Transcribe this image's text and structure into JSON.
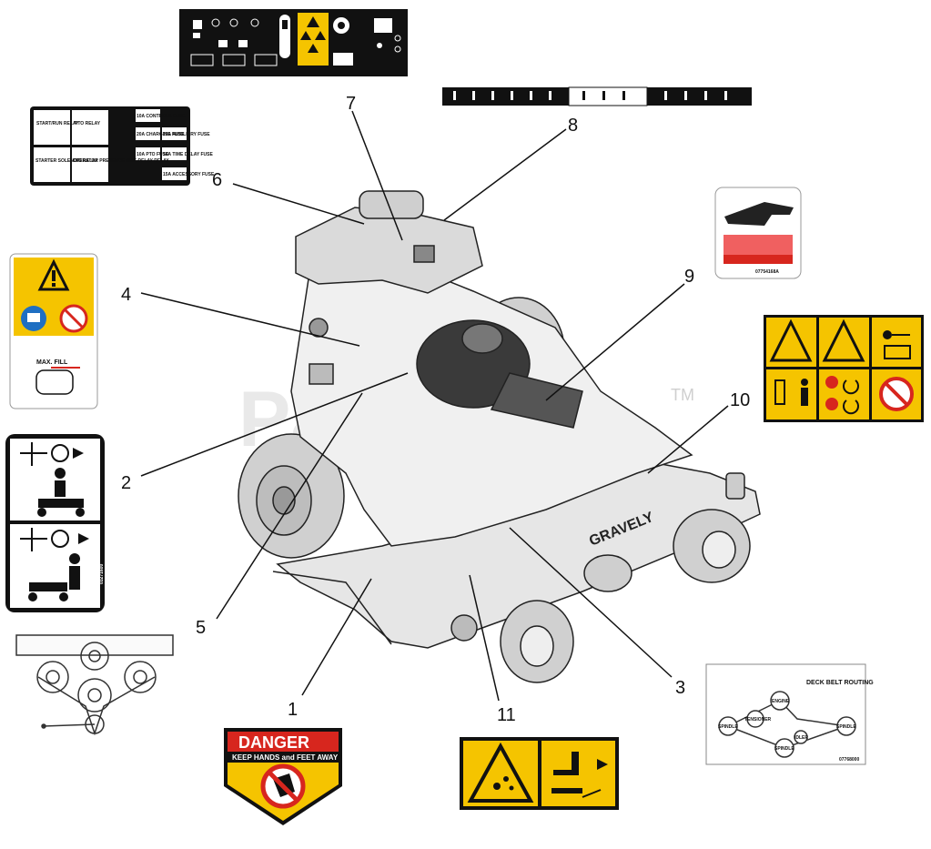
{
  "watermark": {
    "text": "PartsTree",
    "tm": "TM"
  },
  "callouts": [
    "1",
    "2",
    "3",
    "4",
    "5",
    "6",
    "7",
    "8",
    "9",
    "10",
    "11"
  ],
  "fuse_panel": {
    "cells": [
      "START/RUN RELAY",
      "PTO RELAY",
      "STARTER SOLENOID RELAY",
      "OPERATOR PRESENCE TIME DELAY RELAY"
    ],
    "fuses": [
      "10A CONTROLS FUSE",
      "20A CHARGING FUSE",
      "15A AUXILIARY FUSE",
      "10A PTO FUSE",
      "10A TIME DELAY FUSE",
      "15A ACCESSORY FUSE"
    ]
  },
  "fuel_decal": {
    "text": "MAX. FILL"
  },
  "hand_decal": {
    "part_no": "07754168A"
  },
  "left_decal": {
    "part_no": "03271600"
  },
  "danger_decal": {
    "title": "DANGER",
    "subtitle": "KEEP HANDS and FEET AWAY"
  },
  "belt_decal": {
    "title": "DECK BELT ROUTING",
    "pulleys": [
      "ENGINE",
      "TENSIONER",
      "SPINDLE",
      "IDLER",
      "SPINDLE",
      "SPINDLE"
    ],
    "part_no": "07768000"
  },
  "brand": "GRAVELY",
  "colors": {
    "warning_yellow": "#f5c400",
    "danger_red": "#d7261e",
    "black": "#111111"
  }
}
